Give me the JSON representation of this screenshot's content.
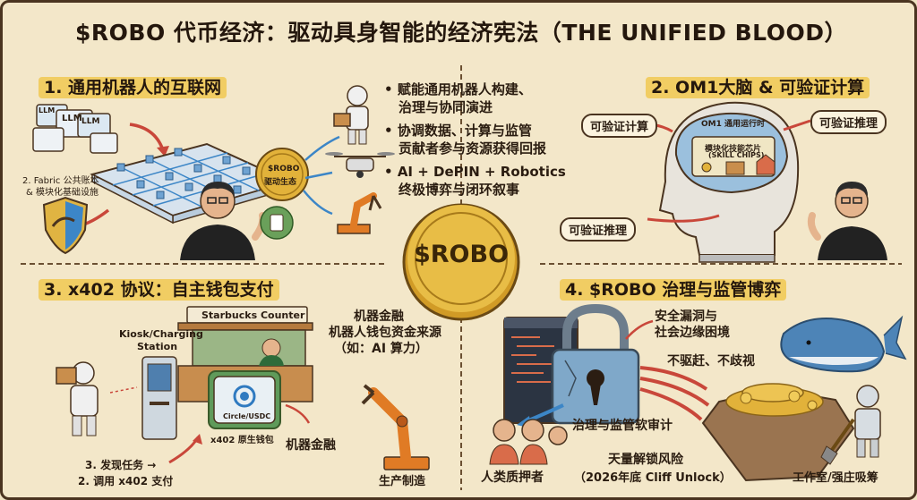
{
  "title": "$ROBO 代币经济：驱动具身智能的经济宪法（THE UNIFIED BLOOD）",
  "center_coin": "$ROBO",
  "panel1": {
    "heading": "1. 通用机器人的互联网",
    "fabric_label_1": "2. Fabric 公共账本",
    "fabric_label_2": "& 模块化基础设施",
    "llm_tags": [
      "LLM",
      "LLM",
      "LLM"
    ],
    "coin_label_1": "$ROBO",
    "coin_label_2": "驱动生态",
    "bullets": [
      "赋能通用机器人构建、",
      "治理与协同演进",
      "协调数据、计算与监管",
      "贡献者参与资源获得回报",
      "AI + DePIN + Robotics",
      "终极博弈与闭环叙事"
    ]
  },
  "panel2": {
    "heading": "2. OM1大脑 & 可验证计算",
    "brain_label": "OM1 通用运行时",
    "chip_label_1": "模块化技能芯片",
    "chip_label_2": "(SKILL CHIPS)",
    "bubble_left": "可验证计算",
    "bubble_right": "可验证推理",
    "bubble_bottom": "可验证推理"
  },
  "panel3": {
    "heading": "3. x402 协议：自主钱包支付",
    "counter_label": "Starbucks Counter",
    "kiosk_label_1": "Kiosk/Charging",
    "kiosk_label_2": "Station",
    "wallet_brand": "Circle/USDC",
    "wallet_caption": "x402 原生钱包",
    "finance_title_1": "机器金融",
    "finance_title_2": "机器人钱包资金来源",
    "finance_title_3": "（如：AI 算力）",
    "finance_label": "机器金融",
    "step_discover": "3. 发现任务 →",
    "step_call": "2. 调用 x402 支付",
    "production": "生产制造"
  },
  "panel4": {
    "heading": "4. $ROBO 治理与监管博弈",
    "security_1": "安全漏洞与",
    "security_2": "社会边缘困境",
    "no_expel": "不驱赶、不歧视",
    "audit": "治理与监管软审计",
    "humans": "人类质押者",
    "unlock_1": "天量解锁风险",
    "unlock_2": "（2026年底 Cliff Unlock）",
    "studio": "工作室/强庄吸筹"
  },
  "colors": {
    "background": "#f3e7c9",
    "highlight": "#f1cd63",
    "coin": "#e2b23a",
    "accent_red": "#c9473a",
    "accent_blue": "#3c86c7",
    "ink": "#2b1d12"
  }
}
